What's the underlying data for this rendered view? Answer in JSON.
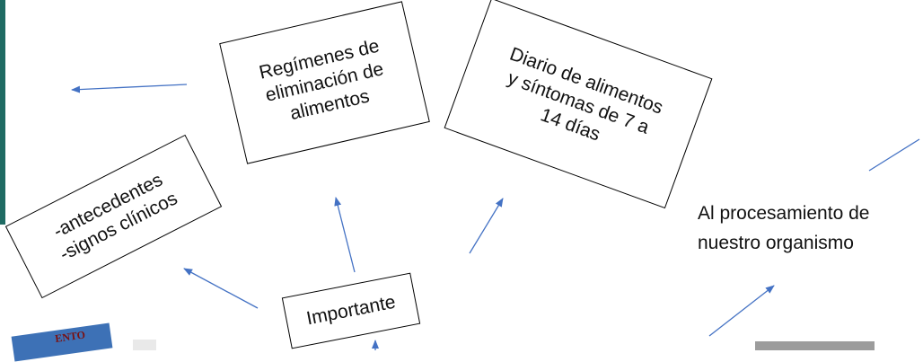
{
  "boxes": {
    "eliminacion": "Regímenes de\neliminación de\nalimentos",
    "diario": "Diario de alimentos\ny síntomas de 7 a\n14 días",
    "antecedentes": "-antecedentes\n-signos clínicos",
    "importante": "Importante"
  },
  "free_text": "Al procesamiento de\nnuestro organismo",
  "clipping": "ENTO",
  "colors": {
    "arrow": "#4472c4",
    "border": "#000000",
    "side_bar": "#1f6b63"
  }
}
